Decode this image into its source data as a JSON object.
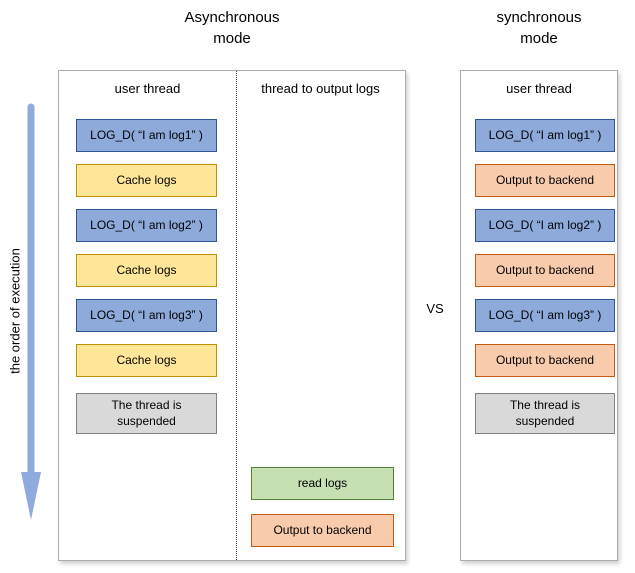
{
  "titles": {
    "async": "Asynchronous\nmode",
    "sync": "synchronous\nmode"
  },
  "vs_label": "VS",
  "execution_axis": {
    "label": "the order of execution",
    "arrow_color": "#8FAADC",
    "arrow_direction": "down"
  },
  "async_panel": {
    "columns": [
      {
        "header": "user thread"
      },
      {
        "header": "thread to output logs"
      }
    ],
    "user_thread_boxes": [
      {
        "label": "LOG_D( “I am log1” )",
        "type": "log-call"
      },
      {
        "label": "Cache logs",
        "type": "cache"
      },
      {
        "label": "LOG_D( “I am log2” )",
        "type": "log-call"
      },
      {
        "label": "Cache logs",
        "type": "cache"
      },
      {
        "label": "LOG_D( “I am log3” )",
        "type": "log-call"
      },
      {
        "label": "Cache logs",
        "type": "cache"
      },
      {
        "label": "The thread is\nsuspended",
        "type": "suspended"
      }
    ],
    "output_thread_boxes": [
      {
        "label": "read logs",
        "type": "read"
      },
      {
        "label": "Output to backend",
        "type": "output"
      }
    ]
  },
  "sync_panel": {
    "header": "user thread",
    "boxes": [
      {
        "label": "LOG_D( “I am log1” )",
        "type": "log-call"
      },
      {
        "label": "Output to backend",
        "type": "output"
      },
      {
        "label": "LOG_D( “I am log2” )",
        "type": "log-call"
      },
      {
        "label": "Output to backend",
        "type": "output"
      },
      {
        "label": "LOG_D( “I am log3” )",
        "type": "log-call"
      },
      {
        "label": "Output to backend",
        "type": "output"
      },
      {
        "label": "The thread is\nsuspended",
        "type": "suspended"
      }
    ]
  },
  "palette": {
    "log_call_fill": "#8EAADB",
    "log_call_border": "#2F5597",
    "cache_fill": "#FFE699",
    "cache_border": "#BF9000",
    "suspended_fill": "#D9D9D9",
    "suspended_border": "#808080",
    "read_fill": "#C6E0B4",
    "read_border": "#538135",
    "output_fill": "#F8CBAD",
    "output_border": "#C55A11",
    "panel_border": "#ABABAB"
  }
}
